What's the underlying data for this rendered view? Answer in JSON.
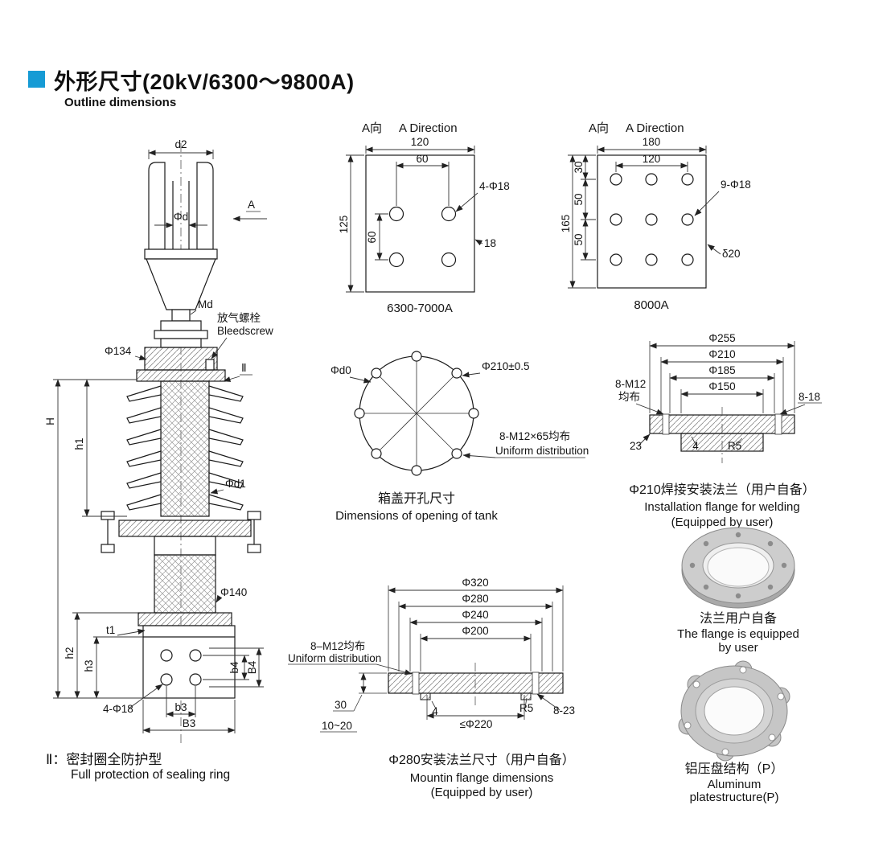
{
  "header": {
    "title_zh": "外形尺寸(20kV/6300～9800A)",
    "title_en": "Outline dimensions"
  },
  "colors": {
    "accent": "#169bd5",
    "line": "#1a1a1a"
  },
  "main_view": {
    "d2": "d2",
    "phi_d": "Φd",
    "view_a": "A",
    "md": "Md",
    "bleed_zh": "放气螺栓",
    "bleed_en": "Bleedscrew",
    "phi134": "Φ134",
    "section": "Ⅱ",
    "H": "H",
    "h1": "h1",
    "phi_d1": "Φd1",
    "phi140": "Φ140",
    "h2": "h2",
    "h3": "h3",
    "t1": "t1",
    "holes": "4-Φ18",
    "b4": "b4",
    "B4": "B4",
    "b3": "b3",
    "B3": "B3",
    "note_zh": "Ⅱ：密封圈全防护型",
    "note_en": "Full protection of sealing ring"
  },
  "view_6300": {
    "dir_zh": "A向",
    "dir_en": "A Direction",
    "w": "120",
    "w_inner": "60",
    "holes": "4-Φ18",
    "h": "125",
    "h_inner": "60",
    "thickness": "18",
    "caption": "6300-7000A"
  },
  "view_8000": {
    "dir_zh": "A向",
    "dir_en": "A Direction",
    "w": "180",
    "w_inner": "120",
    "h": "165",
    "seg30": "30",
    "seg50a": "50",
    "seg50b": "50",
    "holes": "9-Φ18",
    "thickness": "δ20",
    "caption": "8000A"
  },
  "tank_opening": {
    "phi_d0": "Φd0",
    "phi210": "Φ210±0.5",
    "bolts_zh": "8-M12×65均布",
    "bolts_en": "Uniform distribution",
    "caption_zh": "箱盖开孔尺寸",
    "caption_en": "Dimensions of opening of tank"
  },
  "welding_flange": {
    "phi255": "Φ255",
    "phi210": "Φ210",
    "phi185": "Φ185",
    "phi150": "Φ150",
    "bolts_line1": "8-M12",
    "bolts_line2": "均布",
    "t23": "23",
    "step4": "4",
    "r5": "R5",
    "holes": "8-18",
    "caption_zh": "Φ210焊接安装法兰（用户自备）",
    "caption_en1": "Installation flange for welding",
    "caption_en2": "(Equipped by user)"
  },
  "flange_photo": {
    "caption_zh": "法兰用户自备",
    "caption_en1": "The flange is equipped",
    "caption_en2": "by user"
  },
  "mounting_flange": {
    "phi320": "Φ320",
    "phi280": "Φ280",
    "phi240": "Φ240",
    "phi200": "Φ200",
    "bolts_zh": "8–M12均布",
    "bolts_en": "Uniform distribution",
    "t30": "30",
    "gap": "10~20",
    "step4": "4",
    "phi220": "≤Φ220",
    "r5": "R5",
    "holes": "8-23",
    "caption_zh": "Φ280安装法兰尺寸（用户自备）",
    "caption_en1": "Mountin flange dimensions",
    "caption_en2": "(Equipped by user)"
  },
  "aluminum_photo": {
    "caption_zh": "铝压盘结构（P）",
    "caption_en1": "Aluminum",
    "caption_en2": "platestructure(P)"
  }
}
